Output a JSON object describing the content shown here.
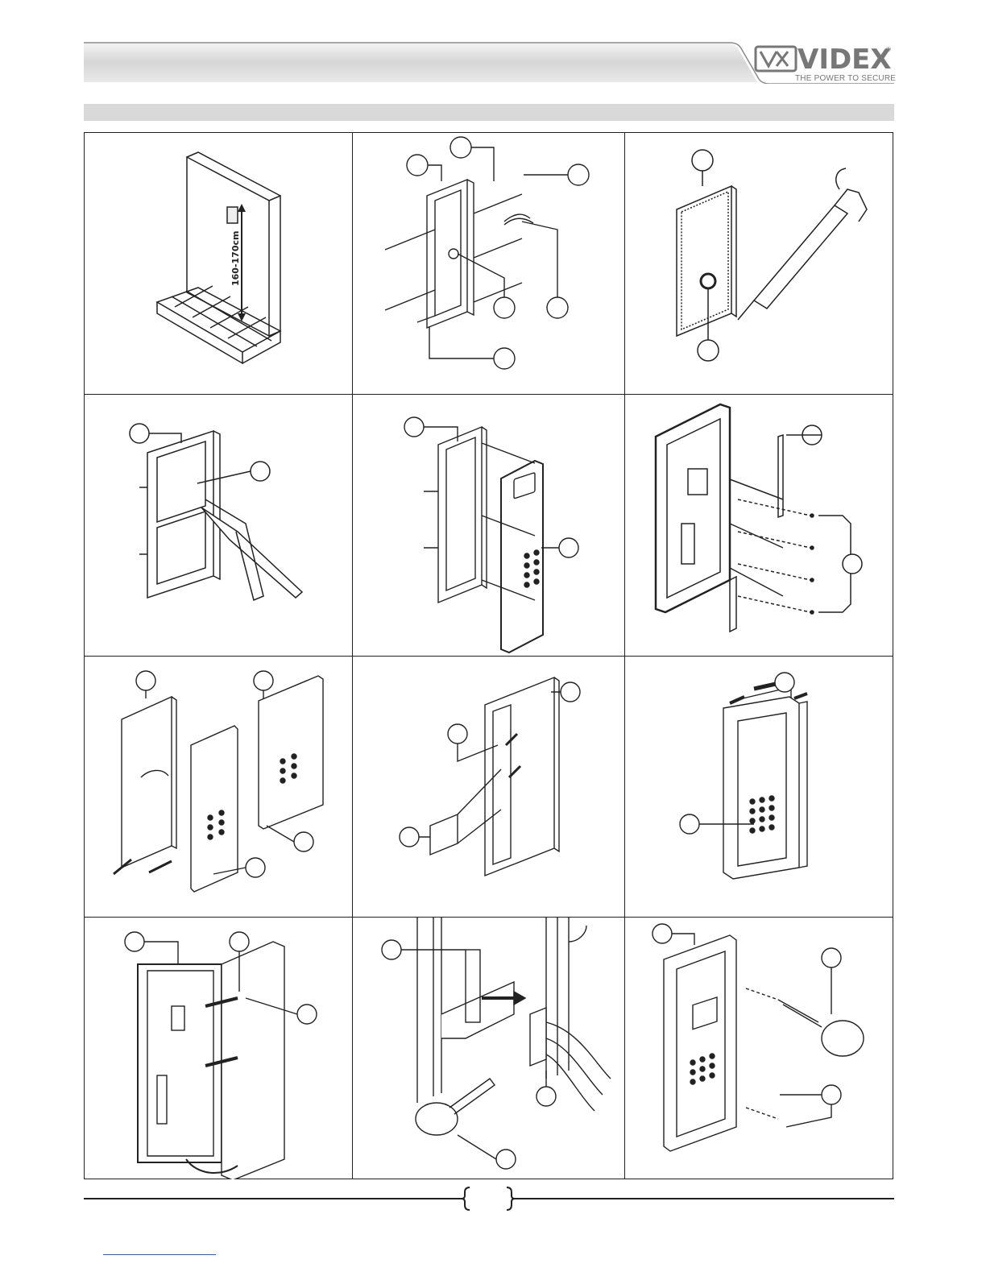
{
  "header": {
    "brand": "VIDEX",
    "brand_mark": "®",
    "tagline": "THE POWER TO SECURE",
    "logo_icon": "vx-logo-icon"
  },
  "section_title": "",
  "steps": [
    {
      "id": 1,
      "icon": "wall-mount-height-illustration",
      "height_label": "160-170cm"
    },
    {
      "id": 2,
      "icon": "back-box-fixing-illustration"
    },
    {
      "id": 3,
      "icon": "silicone-sealant-illustration"
    },
    {
      "id": 4,
      "icon": "frame-cutting-pliers-illustration"
    },
    {
      "id": 5,
      "icon": "module-insert-illustration"
    },
    {
      "id": 6,
      "icon": "module-brackets-screws-illustration"
    },
    {
      "id": 7,
      "icon": "hinge-attach-illustration"
    },
    {
      "id": 8,
      "icon": "hinge-clips-illustration"
    },
    {
      "id": 9,
      "icon": "panel-slide-illustration"
    },
    {
      "id": 10,
      "icon": "panel-open-hinged-illustration"
    },
    {
      "id": 11,
      "icon": "terminal-connector-illustration"
    },
    {
      "id": 12,
      "icon": "final-screws-illustration"
    }
  ],
  "footer": {
    "page_number": ""
  },
  "colors": {
    "line": "#222222",
    "header_gradient_top": "#eeeeee",
    "header_gradient_bottom": "#bdbdbd",
    "section_bar": "#d9d9d9",
    "logo_grey": "#777777"
  }
}
